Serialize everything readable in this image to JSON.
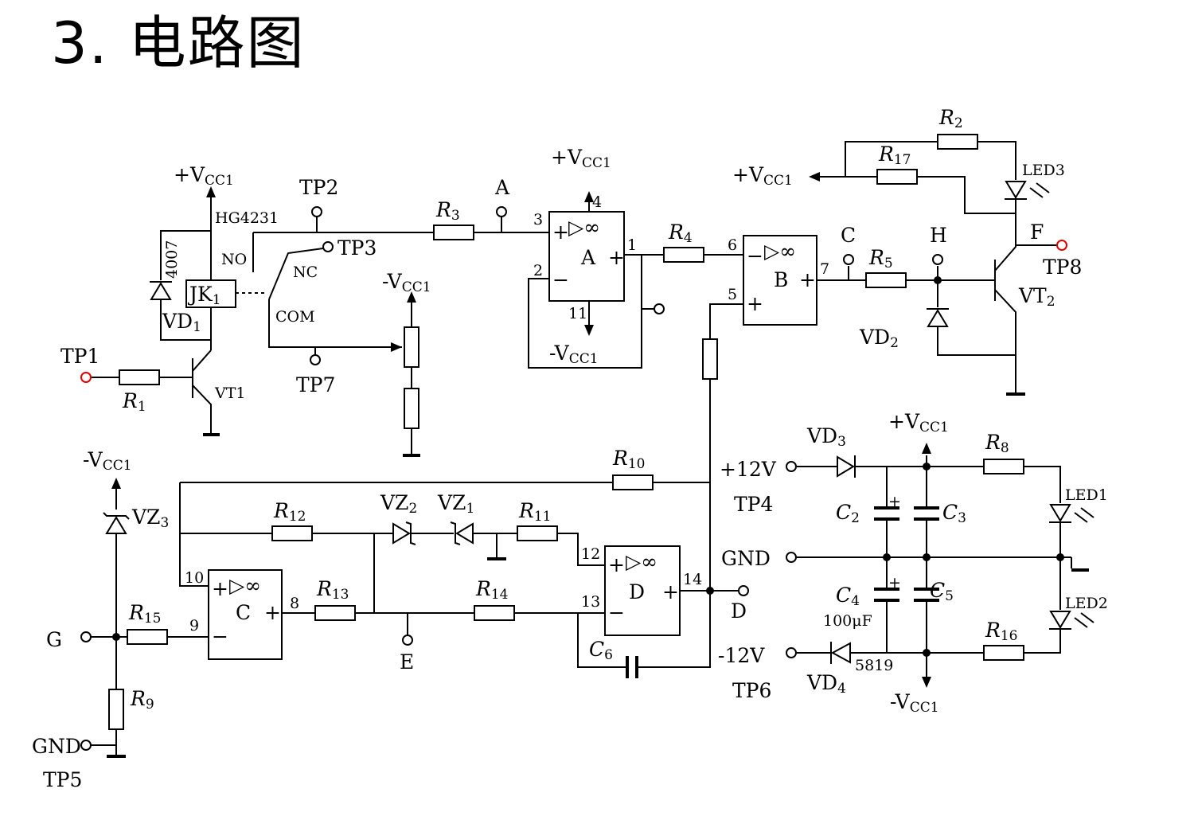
{
  "title": "3. 电路图",
  "relay": {
    "part": "HG4231",
    "no": "NO",
    "nc": "NC",
    "com": "COM",
    "coil": "JK",
    "coil_sub": "1"
  },
  "supplies": {
    "pos": "+V",
    "neg": "-V",
    "sub": "CC1",
    "p12": "+12V",
    "m12": "-12V",
    "gnd": "GND"
  },
  "test_points": {
    "tp1": "TP1",
    "tp2": "TP2",
    "tp3": "TP3",
    "tp4": "TP4",
    "tp5": "TP5",
    "tp6": "TP6",
    "tp7": "TP7",
    "tp8": "TP8"
  },
  "nodes": {
    "a": "A",
    "b": "B",
    "c": "C",
    "d": "D",
    "e": "E",
    "f": "F",
    "g": "G",
    "h": "H"
  },
  "opamp": {
    "symbol": "▷∞",
    "plus": "+",
    "minus": "−"
  },
  "pins": {
    "p1": "1",
    "p2": "2",
    "p3": "3",
    "p4": "4",
    "p5": "5",
    "p6": "6",
    "p7": "7",
    "p8": "8",
    "p9": "9",
    "p10": "10",
    "p11": "11",
    "p12": "12",
    "p13": "13",
    "p14": "14"
  },
  "components": {
    "r": "R",
    "r1": "1",
    "r2": "2",
    "r3": "3",
    "r4": "4",
    "r5": "5",
    "r8": "8",
    "r9": "9",
    "r10": "10",
    "r11": "11",
    "r12": "12",
    "r13": "13",
    "r14": "14",
    "r15": "15",
    "r16": "16",
    "r17": "17",
    "vd": "VD",
    "vd1": "1",
    "vd2": "2",
    "vd3": "3",
    "vd4": "4",
    "vt1": "VT1",
    "vt2": "VT",
    "vt2_sub": "2",
    "vz": "VZ",
    "vz1": "1",
    "vz2": "2",
    "vz3": "3",
    "c": "C",
    "c2": "2",
    "c3": "3",
    "c4": "4",
    "c5": "5",
    "c6": "6",
    "led1": "LED1",
    "led2": "LED2",
    "led3": "LED3",
    "diode_4007": "4007",
    "diode_5819": "5819",
    "cap_100uf": "100μF"
  }
}
